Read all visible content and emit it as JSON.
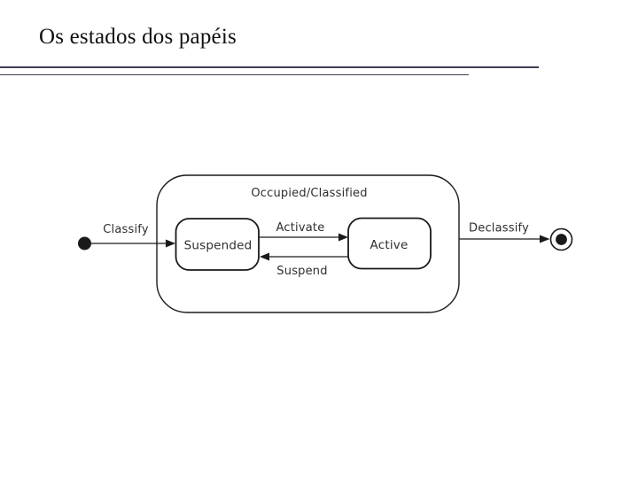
{
  "slide": {
    "title": "Os estados dos papéis",
    "background_color": "#ffffff",
    "header_rule_color": "#3e3e52",
    "title_color": "#111111"
  },
  "diagram": {
    "type": "uml-state-diagram",
    "stroke_color": "#1a1a1a",
    "label_color": "#2e2e2e",
    "composite_state_label": "Occupied/Classified",
    "states": [
      {
        "id": "suspended",
        "label": "Suspended"
      },
      {
        "id": "active",
        "label": "Active"
      }
    ],
    "transitions": [
      {
        "id": "classify",
        "label": "Classify",
        "from": "initial",
        "to": "suspended"
      },
      {
        "id": "activate",
        "label": "Activate",
        "from": "suspended",
        "to": "active"
      },
      {
        "id": "suspend",
        "label": "Suspend",
        "from": "active",
        "to": "suspended"
      },
      {
        "id": "declassify",
        "label": "Declassify",
        "from": "occupied-classified",
        "to": "final"
      }
    ],
    "pseudostates": [
      {
        "id": "initial",
        "kind": "initial-state"
      },
      {
        "id": "final",
        "kind": "final-state"
      }
    ]
  }
}
